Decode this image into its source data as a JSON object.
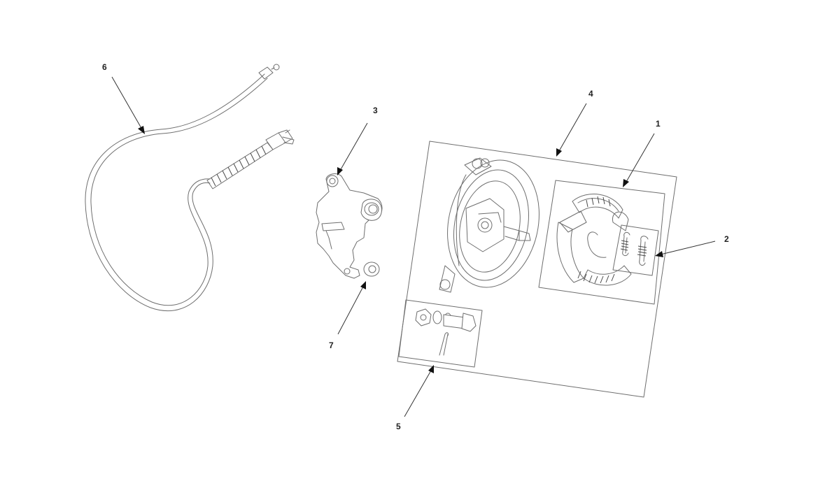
{
  "diagram": {
    "callouts": [
      {
        "id": "c1",
        "label": "1"
      },
      {
        "id": "c2",
        "label": "2"
      },
      {
        "id": "c3",
        "label": "3"
      },
      {
        "id": "c4",
        "label": "4"
      },
      {
        "id": "c5",
        "label": "5"
      },
      {
        "id": "c6",
        "label": "6"
      },
      {
        "id": "c7",
        "label": "7"
      }
    ]
  }
}
